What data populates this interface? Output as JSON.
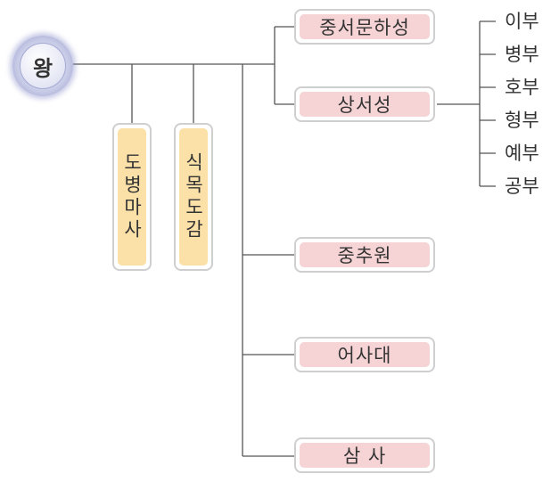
{
  "king": {
    "label": "왕"
  },
  "top_boxes": [
    {
      "label": "중서문하성"
    },
    {
      "label": "상서성"
    },
    {
      "label": "중추원"
    },
    {
      "label": "어사대"
    },
    {
      "label": "삼 사"
    }
  ],
  "vertical_boxes": [
    {
      "label": "도병마사"
    },
    {
      "label": "식목도감"
    }
  ],
  "six_ministries": [
    {
      "label": "이부"
    },
    {
      "label": "병부"
    },
    {
      "label": "호부"
    },
    {
      "label": "형부"
    },
    {
      "label": "예부"
    },
    {
      "label": "공부"
    }
  ],
  "colors": {
    "line": "#555555",
    "box_fill": "#f6d3d4",
    "vbox_fill": "#fbe0a8",
    "king_glow": "#8e93c9"
  }
}
